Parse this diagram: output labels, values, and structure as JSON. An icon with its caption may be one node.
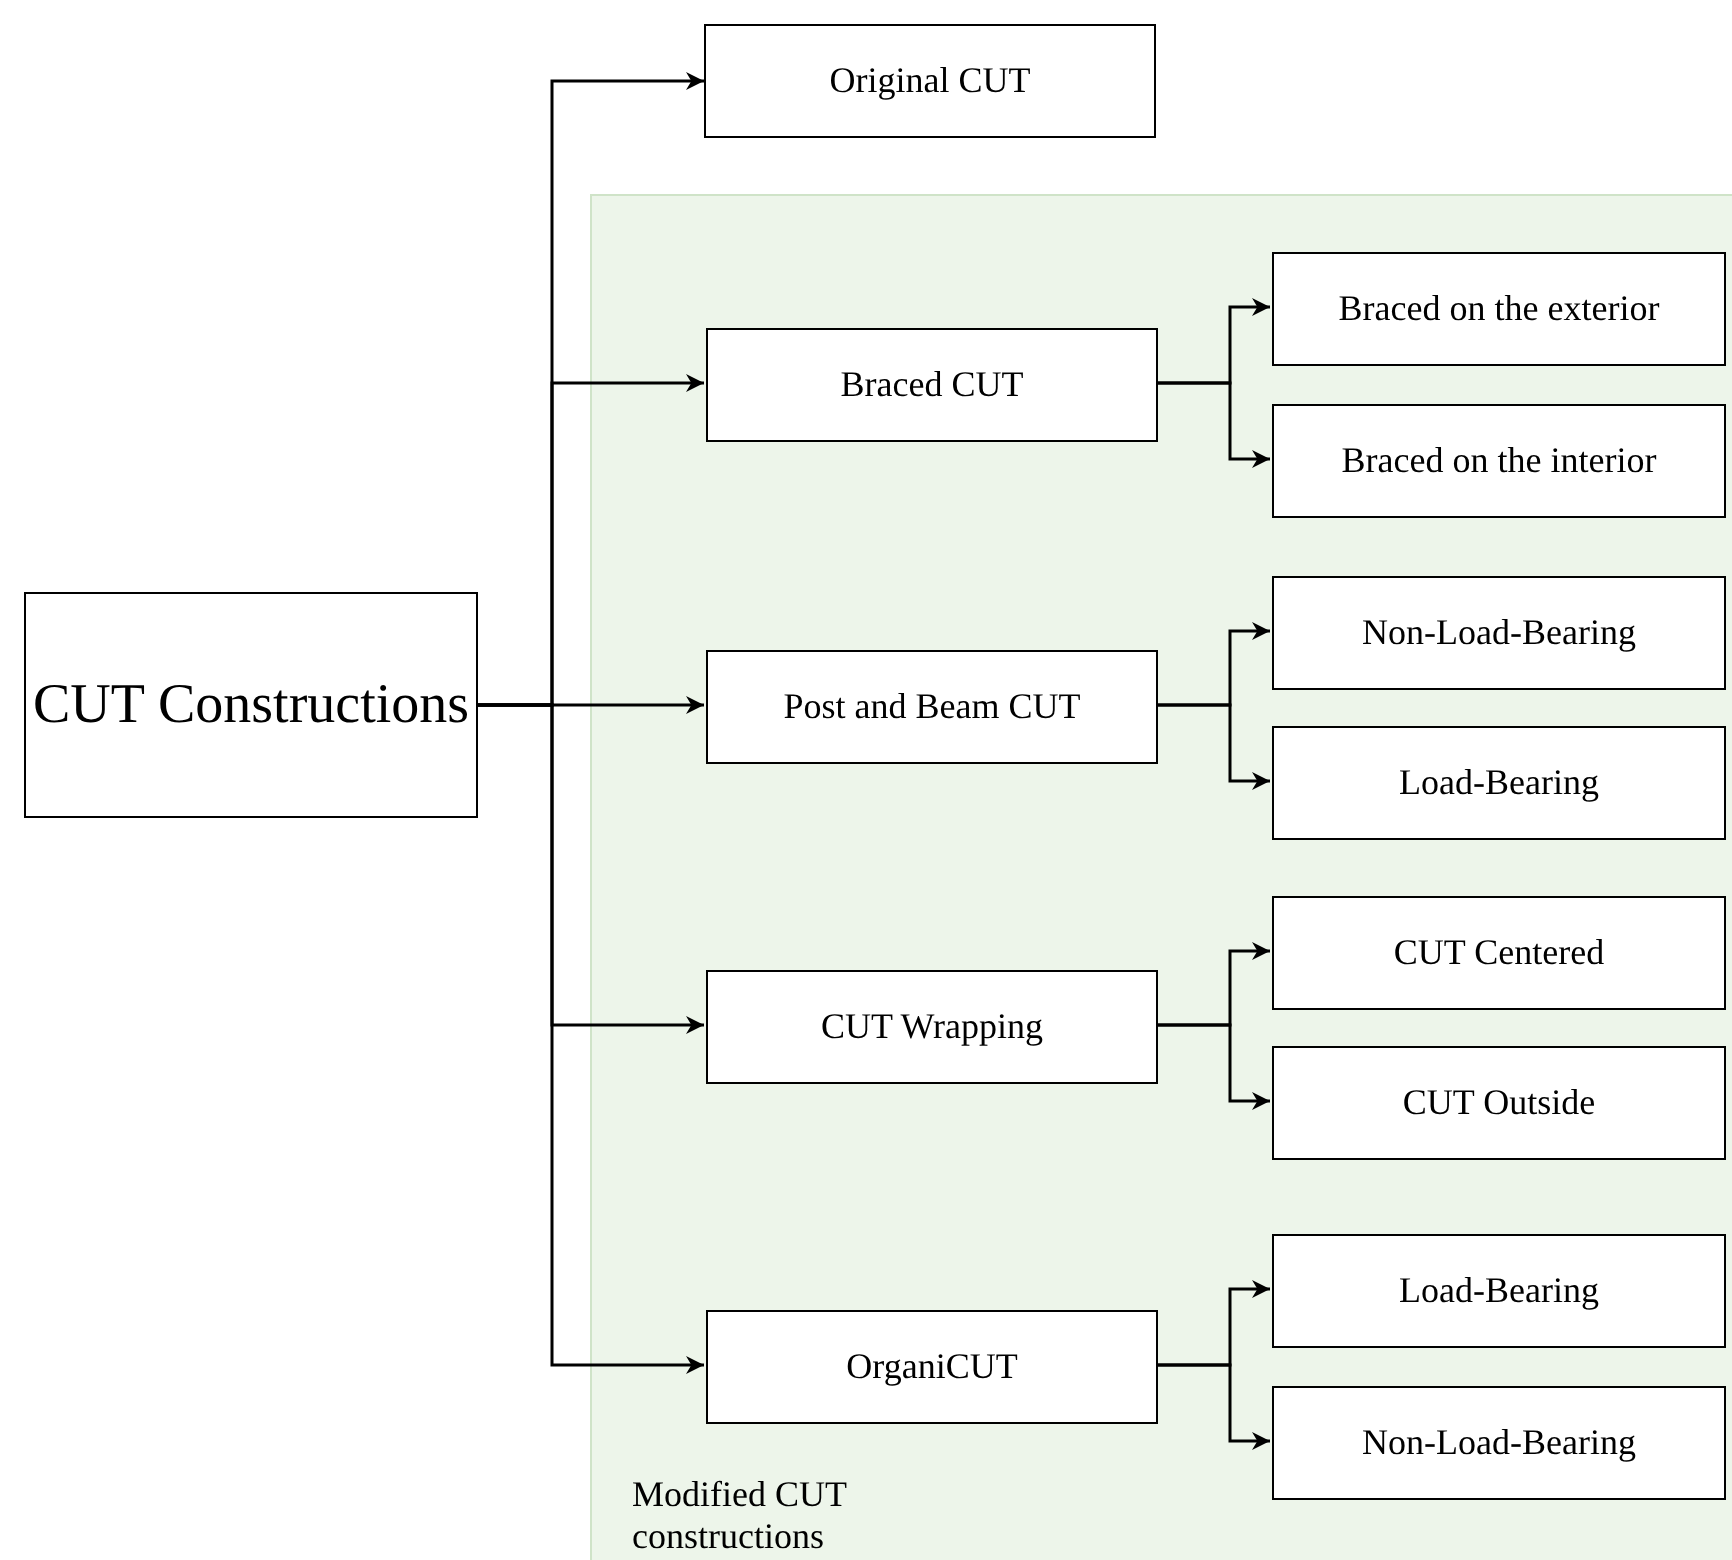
{
  "diagram": {
    "nodes": [
      {
        "text": [
          "CUT Constructions"
        ]
      },
      {
        "text": [
          "Original CUT"
        ]
      },
      {
        "text": [
          "Modified CUT constructions"
        ]
      },
      {
        "text": [
          "Braced CUT"
        ],
        "in": 2
      },
      {
        "text": [
          "Braced on the exterior"
        ],
        "in": 2
      },
      {
        "text": [
          "Braced on the interior"
        ],
        "in": 2
      },
      {
        "text": [
          "Post and Beam CUT"
        ],
        "in": 2
      },
      {
        "text": [
          "Non-Load-Bearing"
        ],
        "in": 2
      },
      {
        "text": [
          "Load-Bearing"
        ],
        "in": 2
      },
      {
        "text": [
          "CUT Wrapping"
        ],
        "in": 2
      },
      {
        "text": [
          "CUT Centered"
        ],
        "in": 2
      },
      {
        "text": [
          "CUT Outside"
        ],
        "in": 2
      },
      {
        "text": [
          "OrganiCUT"
        ],
        "in": 2
      },
      {
        "text": [
          "Load-Bearing"
        ],
        "in": 2
      },
      {
        "text": [
          "Non-Load-Bearing"
        ],
        "in": 2
      }
    ],
    "edges": [
      {
        "from": 0,
        "to": 1,
        "arrow": "to"
      },
      {
        "from": 0,
        "to": 3,
        "arrow": "to"
      },
      {
        "from": 0,
        "to": 6,
        "arrow": "to"
      },
      {
        "from": 0,
        "to": 9,
        "arrow": "to"
      },
      {
        "from": 0,
        "to": 12,
        "arrow": "to"
      },
      {
        "from": 3,
        "to": 4,
        "arrow": "to"
      },
      {
        "from": 3,
        "to": 5,
        "arrow": "to"
      },
      {
        "from": 6,
        "to": 7,
        "arrow": "to"
      },
      {
        "from": 6,
        "to": 8,
        "arrow": "to"
      },
      {
        "from": 9,
        "to": 10,
        "arrow": "to"
      },
      {
        "from": 9,
        "to": 11,
        "arrow": "to"
      },
      {
        "from": 12,
        "to": 13,
        "arrow": "to"
      },
      {
        "from": 12,
        "to": 14,
        "arrow": "to"
      }
    ]
  }
}
